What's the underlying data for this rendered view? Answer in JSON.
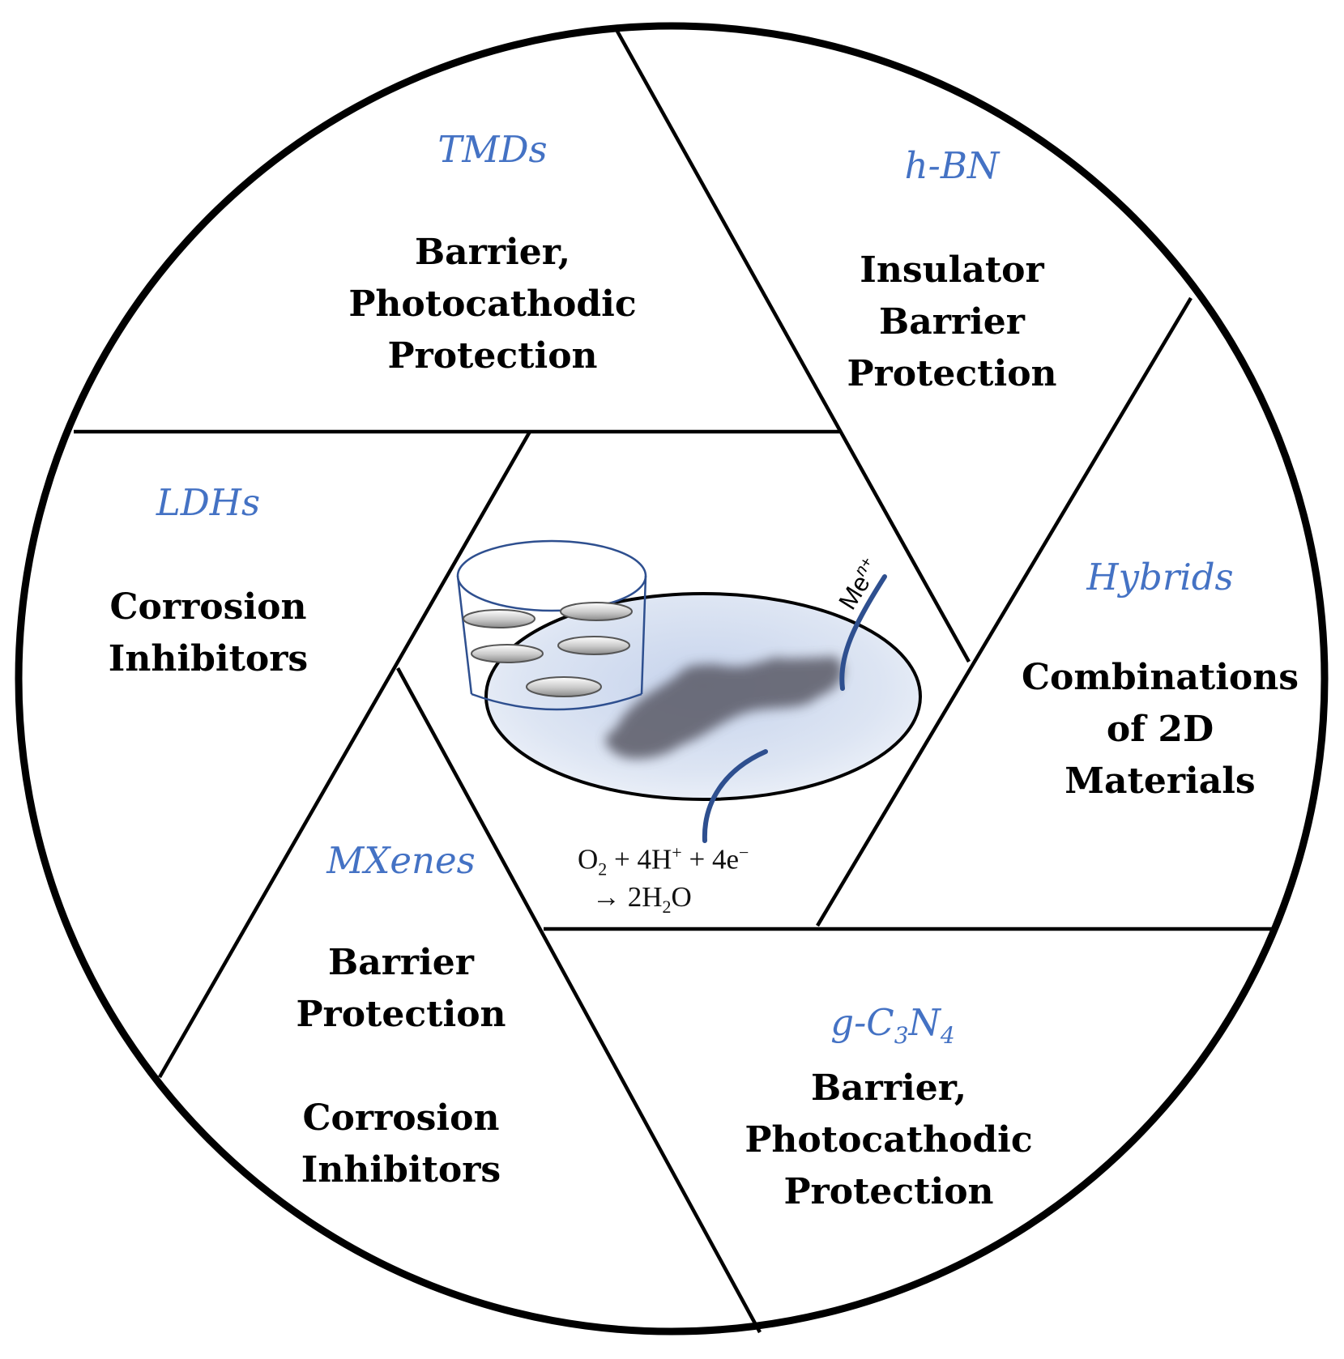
{
  "sections": [
    {
      "id": "tmds",
      "category": "TMDs",
      "lines": [
        "Barrier,",
        "Photocathodic",
        "Protection"
      ]
    },
    {
      "id": "hbn",
      "category": "h-BN",
      "lines": [
        "Insulator",
        "Barrier",
        "Protection"
      ]
    },
    {
      "id": "hybrids",
      "category": "Hybrids",
      "lines": [
        "Combinations",
        "of 2D",
        "Materials"
      ]
    },
    {
      "id": "gc3n4",
      "category_parts": {
        "a": "g-C",
        "s1": "3",
        "b": "N",
        "s2": "4"
      },
      "lines": [
        "Barrier,",
        "Photocathodic",
        "Protection"
      ]
    },
    {
      "id": "mxenes",
      "category": "MXenes",
      "lines": [
        "Barrier",
        "Protection",
        "",
        "Corrosion",
        "Inhibitors"
      ]
    },
    {
      "id": "ldhs",
      "category": "LDHs",
      "lines": [
        "Corrosion",
        "Inhibitors"
      ]
    }
  ],
  "center": {
    "ion_label": {
      "base": "Me",
      "sup": "n+"
    },
    "reaction": {
      "o": "O",
      "o_sub": "2",
      "plus1": " + 4H",
      "h_sup": "+",
      "plus2": " + 4e",
      "e_sup": "−",
      "arrow": "→ 2H",
      "h2o_sub": "2",
      "o_end": "O"
    }
  },
  "colors": {
    "category": "#4472c4",
    "outline": "#000000",
    "accent": "#2e4f8f"
  }
}
